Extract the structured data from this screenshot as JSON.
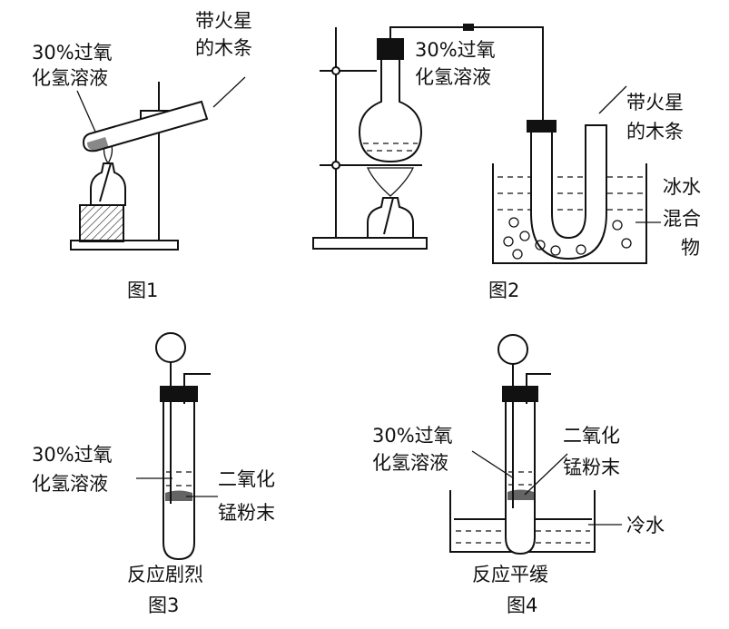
{
  "fig1": {
    "reagent_label": [
      "30%过氧",
      "化氢溶液"
    ],
    "splint_label": [
      "带火星",
      "的木条"
    ],
    "caption": "图1"
  },
  "fig2": {
    "reagent_label": [
      "30%过氧",
      "化氢溶液"
    ],
    "splint_label": [
      "带火星",
      "的木条"
    ],
    "ice_label": [
      "冰水",
      "混合",
      "物"
    ],
    "caption": "图2"
  },
  "fig3": {
    "reagent_label": [
      "30%过氧",
      "化氢溶液"
    ],
    "catalyst_label": [
      "二氧化",
      "锰粉末"
    ],
    "result": "反应剧烈",
    "caption": "图3"
  },
  "fig4": {
    "reagent_label": [
      "30%过氧",
      "化氢溶液"
    ],
    "catalyst_label": [
      "二氧化",
      "锰粉末"
    ],
    "water_label": "冷水",
    "result": "反应平缓",
    "caption": "图4"
  }
}
